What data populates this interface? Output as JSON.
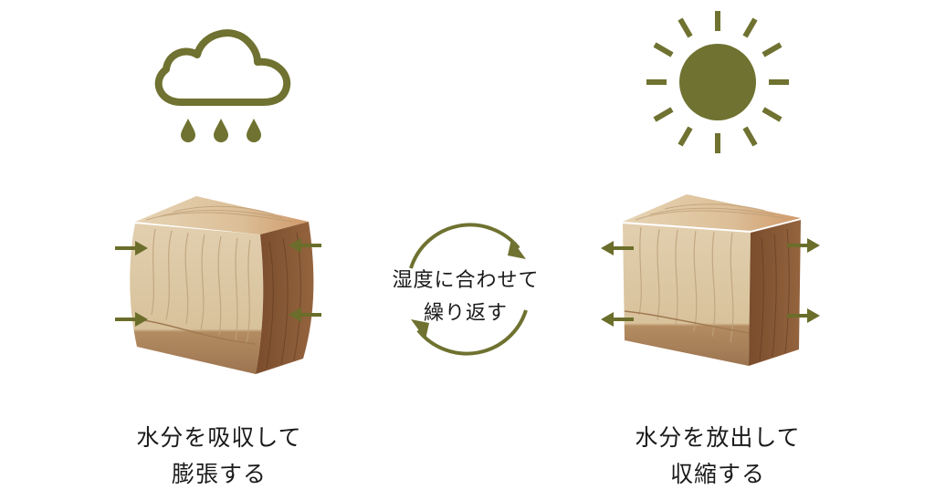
{
  "colors": {
    "icon": "#6f7230",
    "arrow": "#6b6e2a",
    "wood_light": "#dcc7a3",
    "wood_dark": "#8a5a36",
    "text": "#1a1a1a"
  },
  "left": {
    "icon": "rain-cloud-icon",
    "caption_line1": "水分を吸収して",
    "caption_line2": "膨張する",
    "arrow_direction": "inward"
  },
  "center": {
    "line1": "湿度に合わせて",
    "line2": "繰り返す",
    "icon": "cycle-arrows-icon"
  },
  "right": {
    "icon": "sun-icon",
    "caption_line1": "水分を放出して",
    "caption_line2": "収縮する",
    "arrow_direction": "outward"
  }
}
